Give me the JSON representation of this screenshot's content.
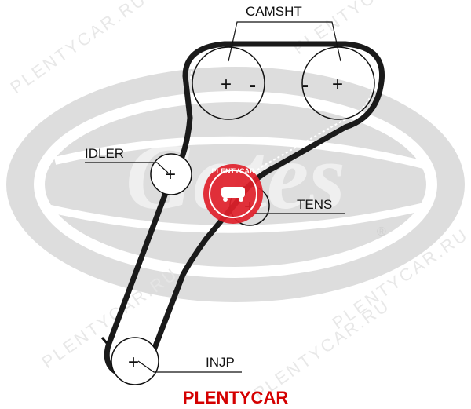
{
  "labels": {
    "camshaft": "CAMSHT",
    "idler": "IDLER",
    "tensioner": "TENS",
    "injection_pump": "INJP"
  },
  "pulley_signs": {
    "plus": "+",
    "minus": "-"
  },
  "watermark": {
    "text": "PLENTYCAR.RU",
    "badge_text": "PLENTYCAR",
    "gates_logo_text": "Gates",
    "registered_mark": "®"
  },
  "footer": {
    "brand": "PLENTYCAR"
  },
  "colors": {
    "belt": "#1a1a1a",
    "logo_gray": "#dcdcdc",
    "brand_red": "#d40000",
    "badge_red": "#e0202a"
  }
}
